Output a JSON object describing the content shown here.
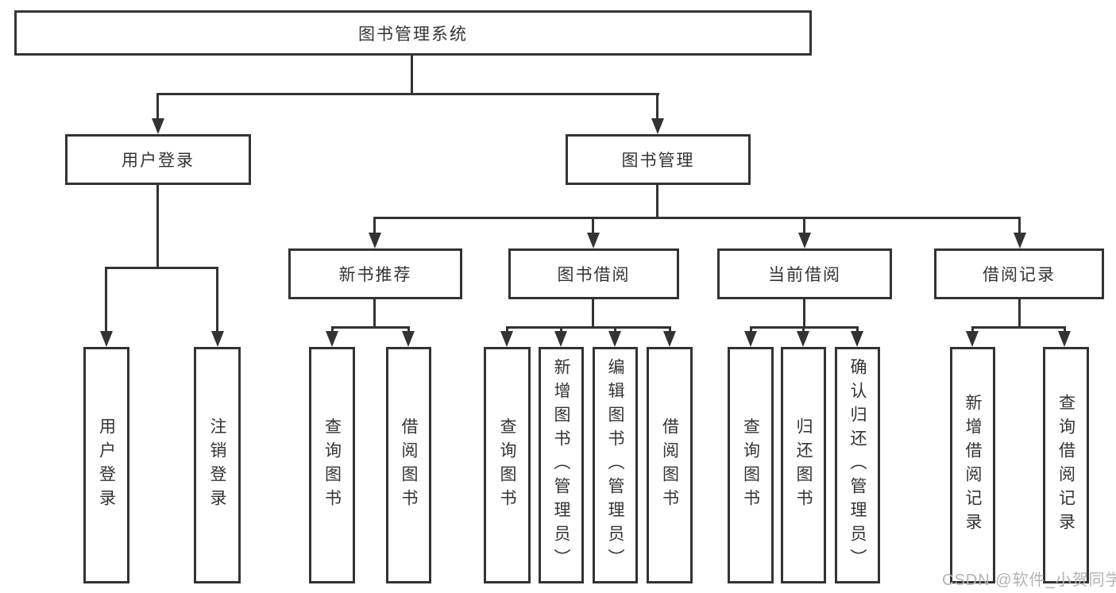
{
  "diagram": {
    "title": "图书管理系统",
    "type": "hierarchy-tree",
    "colors": {
      "line": "#333333",
      "box_border": "#333333",
      "text": "#333333",
      "background": "#ffffff",
      "watermark": "#b3b3b3"
    },
    "watermark": "CSDN @软件_小贺同学",
    "nodes": [
      {
        "id": "root",
        "label": "图书管理系统",
        "level": 0,
        "parent": null,
        "orientation": "horizontal"
      },
      {
        "id": "user-login",
        "label": "用户登录",
        "level": 1,
        "parent": "root",
        "orientation": "horizontal"
      },
      {
        "id": "book-management",
        "label": "图书管理",
        "level": 1,
        "parent": "root",
        "orientation": "horizontal"
      },
      {
        "id": "new-book-recommend",
        "label": "新书推荐",
        "level": 2,
        "parent": "book-management",
        "orientation": "horizontal"
      },
      {
        "id": "book-borrowing",
        "label": "图书借阅",
        "level": 2,
        "parent": "book-management",
        "orientation": "horizontal"
      },
      {
        "id": "current-borrowing",
        "label": "当前借阅",
        "level": 2,
        "parent": "book-management",
        "orientation": "horizontal"
      },
      {
        "id": "borrowing-records",
        "label": "借阅记录",
        "level": 2,
        "parent": "book-management",
        "orientation": "horizontal"
      },
      {
        "id": "leaf-user-login",
        "label": "用户登录",
        "level": 3,
        "parent": "user-login",
        "orientation": "vertical"
      },
      {
        "id": "leaf-logout",
        "label": "注销登录",
        "level": 3,
        "parent": "user-login",
        "orientation": "vertical"
      },
      {
        "id": "leaf-query-books-1",
        "label": "查询图书",
        "level": 3,
        "parent": "new-book-recommend",
        "orientation": "vertical"
      },
      {
        "id": "leaf-borrow-books-1",
        "label": "借阅图书",
        "level": 3,
        "parent": "new-book-recommend",
        "orientation": "vertical"
      },
      {
        "id": "leaf-query-books-2",
        "label": "查询图书",
        "level": 3,
        "parent": "book-borrowing",
        "orientation": "vertical"
      },
      {
        "id": "leaf-add-books-admin",
        "label": "新增图书（管理员）",
        "level": 3,
        "parent": "book-borrowing",
        "orientation": "vertical"
      },
      {
        "id": "leaf-edit-books-admin",
        "label": "编辑图书（管理员）",
        "level": 3,
        "parent": "book-borrowing",
        "orientation": "vertical"
      },
      {
        "id": "leaf-borrow-books-2",
        "label": "借阅图书",
        "level": 3,
        "parent": "book-borrowing",
        "orientation": "vertical"
      },
      {
        "id": "leaf-query-books-3",
        "label": "查询图书",
        "level": 3,
        "parent": "current-borrowing",
        "orientation": "vertical"
      },
      {
        "id": "leaf-return-books",
        "label": "归还图书",
        "level": 3,
        "parent": "current-borrowing",
        "orientation": "vertical"
      },
      {
        "id": "leaf-confirm-return-admin",
        "label": "确认归还（管理员）",
        "level": 3,
        "parent": "current-borrowing",
        "orientation": "vertical"
      },
      {
        "id": "leaf-add-borrow-record",
        "label": "新增借阅记录",
        "level": 3,
        "parent": "borrowing-records",
        "orientation": "vertical"
      },
      {
        "id": "leaf-query-borrow-record",
        "label": "查询借阅记录",
        "level": 3,
        "parent": "borrowing-records",
        "orientation": "vertical"
      }
    ]
  }
}
